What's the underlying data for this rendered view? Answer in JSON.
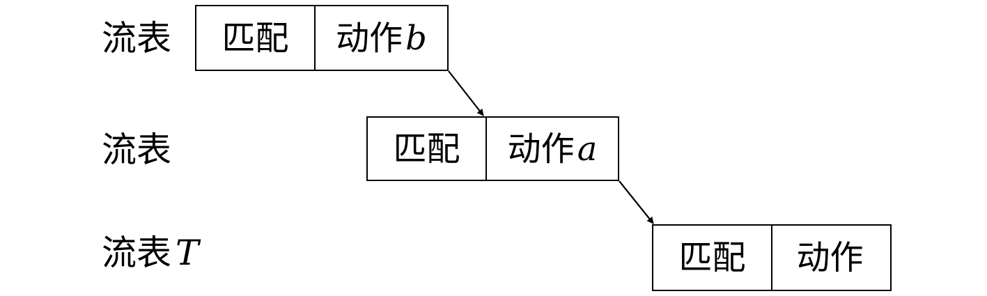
{
  "rows": [
    {
      "table_label": "流表",
      "table_var": "",
      "match_label": "匹配",
      "action_label": "动作",
      "action_var": "b"
    },
    {
      "table_label": "流表",
      "table_var": "",
      "match_label": "匹配",
      "action_label": "动作",
      "action_var": "a"
    },
    {
      "table_label": "流表",
      "table_var": "T",
      "match_label": "匹配",
      "action_label": "动作",
      "action_var": ""
    }
  ],
  "colors": {
    "stroke": "#000000",
    "background": "#ffffff"
  }
}
